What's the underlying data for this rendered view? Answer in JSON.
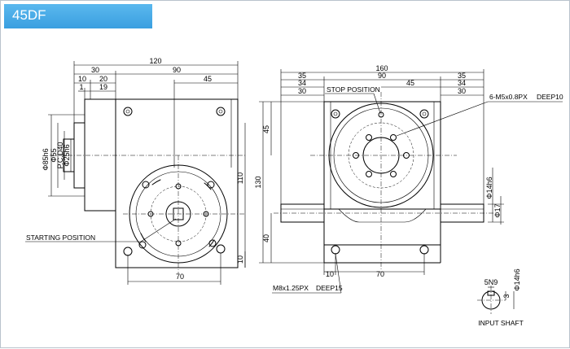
{
  "title": "45DF",
  "side_view": {
    "top_dims": [
      "120",
      "30",
      "90",
      "10",
      "20",
      "45",
      "1",
      "19"
    ],
    "left_dims": [
      "Φ85h6",
      "Φ55",
      "P.C.D40",
      "Φ25h6"
    ],
    "right_dims": [
      "110",
      "10"
    ],
    "bottom_dims": [
      "70"
    ],
    "label_starting_position": "STARTING POSITION"
  },
  "front_view": {
    "top_dims": [
      "160",
      "35",
      "90",
      "35",
      "34",
      "45",
      "34",
      "30",
      "30"
    ],
    "left_dims": [
      "45",
      "130",
      "40"
    ],
    "right_dims": [
      "Φ14h6",
      "Φ17"
    ],
    "bottom_dims": [
      "10",
      "70"
    ],
    "label_stop_position": "STOP POSITION",
    "label_tap_holes": "6-M5x0.8PX",
    "label_tap_depth": "DEEP10",
    "label_base_holes": "M8x1.25PX",
    "label_base_depth": "DEEP15"
  },
  "input_shaft": {
    "dims": [
      "5N9",
      "3",
      "Φ14h6"
    ],
    "label": "INPUT SHAFT"
  }
}
